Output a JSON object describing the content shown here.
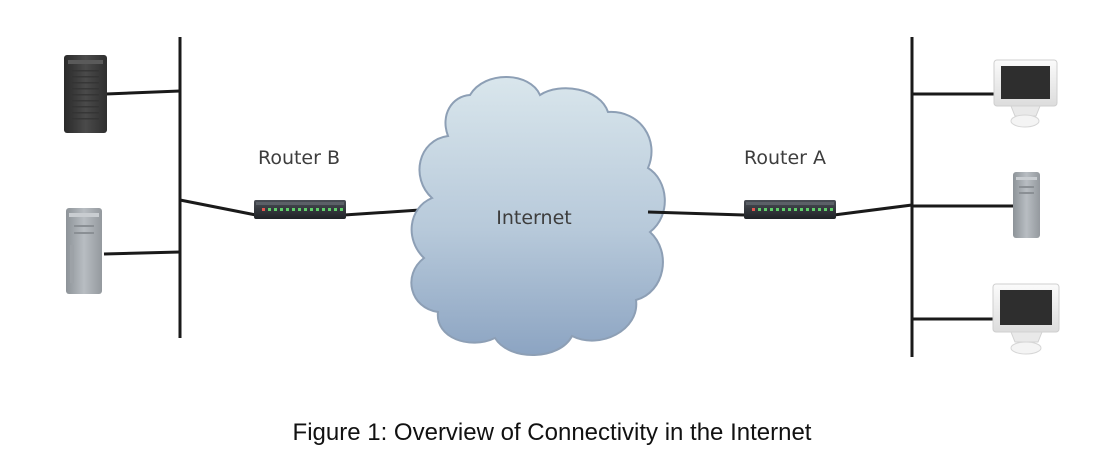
{
  "diagram": {
    "cloud_label": "Internet",
    "router_b_label": "Router B",
    "router_a_label": "Router A"
  },
  "caption": "Figure 1: Overview of Connectivity in the Internet",
  "colors": {
    "line": "#1a1a1a",
    "cloud_top": "#d7e3ea",
    "cloud_bottom": "#8aa3c1",
    "router_body": "#2b2e33",
    "router_led": "#5fcf6a",
    "server_dark": "#3b3b3b",
    "server_light": "#a9aeb3",
    "monitor_shell": "#f2f2f2",
    "monitor_screen": "#2e2e2e"
  },
  "icons": [
    "server-tower-icon",
    "router-icon",
    "cloud-icon",
    "desktop-computer-icon"
  ]
}
